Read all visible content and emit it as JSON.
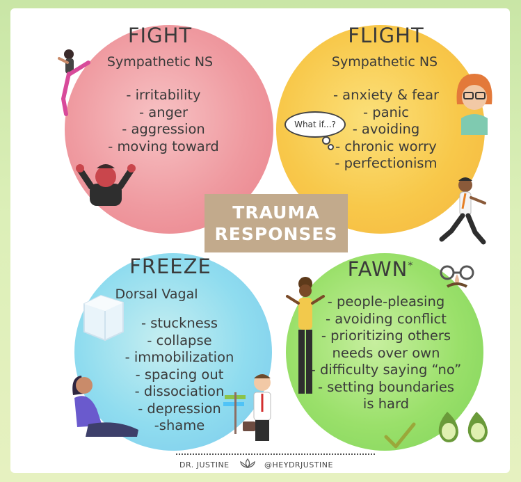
{
  "center": {
    "line1": "TRAUMA",
    "line2": "RESPONSES"
  },
  "fight": {
    "title": "FIGHT",
    "subtitle": "Sympathetic NS",
    "items": [
      "- irritability",
      "- anger",
      "- aggression",
      "- moving toward"
    ]
  },
  "flight": {
    "title": "FLIGHT",
    "subtitle": "Sympathetic NS",
    "bubble": "What if...?",
    "items": [
      "- anxiety & fear",
      "- panic",
      "- avoiding",
      "- chronic worry",
      "- perfectionism"
    ]
  },
  "freeze": {
    "title": "FREEZE",
    "subtitle": "Dorsal Vagal",
    "items": [
      "- stuckness",
      "- collapse",
      "- immobilization",
      "- spacing out",
      "- dissociation",
      "- depression",
      "-shame"
    ]
  },
  "fawn": {
    "title": "FAWN",
    "title_mark": "*",
    "items": [
      "- people-pleasing",
      "- avoiding conflict",
      "- prioritizing others",
      "needs over own",
      "- difficulty saying “no”",
      "- setting boundaries",
      "is hard"
    ]
  },
  "footer": {
    "author": "DR. JUSTINE",
    "handle": "@HEYDRJUSTINE"
  },
  "colors": {
    "fight": "#ef9aa0",
    "flight": "#f8c84a",
    "freeze": "#8fdcef",
    "fawn": "#9ae06a",
    "center_box": "#c2aa8c",
    "check": "#9aa83a"
  },
  "icons": [
    "kicking-woman-illustration",
    "angry-man-illustration",
    "worried-woman-illustration",
    "running-man-illustration",
    "ice-cube-illustration",
    "sitting-woman-illustration",
    "confused-businessman-illustration",
    "shrugging-woman-illustration",
    "glasses-nose-disguise-illustration",
    "avocado-couple-illustration",
    "checkmark-icon",
    "lotus-icon"
  ]
}
